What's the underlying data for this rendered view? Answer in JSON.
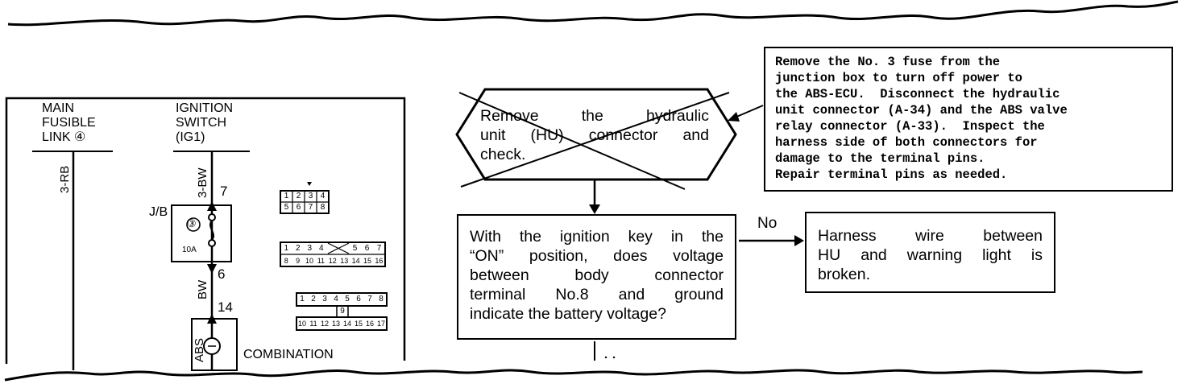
{
  "note": {
    "lines": [
      "Remove the No. 3 fuse from the",
      "junction box to turn off power to",
      "the ABS-ECU.  Disconnect the hydraulic",
      "unit connector (A-34) and the ABS valve",
      "relay connector (A-33).  Inspect the",
      "harness side of both connectors for",
      "damage to the terminal pins.",
      "Repair terminal pins as needed."
    ]
  },
  "hexagon": {
    "lines": [
      "Remove  the  hydraulic",
      "unit (HU) connector and",
      "check."
    ]
  },
  "question": {
    "lines": [
      "With the ignition key in the",
      "“ON” position, does voltage",
      "between  body  connector",
      "terminal  No.8  and  ground",
      "indicate the battery voltage?"
    ]
  },
  "no_label": "No",
  "result": {
    "lines": [
      "Harness  wire  between",
      "HU and warning light is",
      "broken."
    ]
  },
  "schematic": {
    "main_fusible_link": [
      "MAIN",
      "FUSIBLE",
      "LINK ④"
    ],
    "ignition_switch": [
      "IGNITION",
      "SWITCH",
      "(IG1)"
    ],
    "wire_3rb": "3-RB",
    "wire_3bw": "3-BW",
    "wire_bw": "BW",
    "wire_abs": "ABS",
    "pin_7": "7",
    "pin_6": "6",
    "pin_14": "14",
    "jb_label": "J/B",
    "fuse_number": "③",
    "fuse_rating": "10A",
    "combination": "COMBINATION",
    "connector_a": [
      "1",
      "2",
      "3",
      "4",
      "5",
      "6",
      "7",
      "8"
    ],
    "connector_b_top": [
      "1",
      "2",
      "3",
      "4",
      "5",
      "6",
      "7"
    ],
    "connector_b_bottom": [
      "8",
      "9",
      "10",
      "11",
      "12",
      "13",
      "14",
      "15",
      "16"
    ],
    "connector_c_top": [
      "1",
      "2",
      "3",
      "4",
      "5",
      "6",
      "7",
      "8"
    ],
    "connector_c_mid": "9",
    "connector_c_bottom": [
      "10",
      "11",
      "12",
      "13",
      "14",
      "15",
      "16",
      "17"
    ]
  }
}
